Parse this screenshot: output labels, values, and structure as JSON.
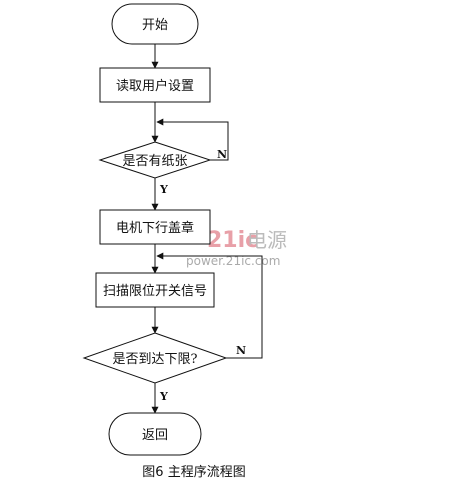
{
  "flowchart": {
    "nodes": {
      "start": "开始",
      "read_settings": "读取用户设置",
      "paper_check": "是否有纸张",
      "motor_down": "电机下行盖章",
      "scan_limit": "扫描限位开关信号",
      "reached_limit": "是否到达下限?",
      "return": "返回"
    },
    "branches": {
      "paper_no": "N",
      "paper_yes": "Y",
      "limit_no": "N",
      "limit_yes": "Y"
    },
    "caption": "图6 主程序流程图"
  },
  "watermark": {
    "brand_number": "21ic",
    "brand_cn": "电源",
    "url": "power.21ic.com",
    "colors": {
      "red": "#e8a0a8",
      "gray": "#bbbbbb"
    }
  }
}
